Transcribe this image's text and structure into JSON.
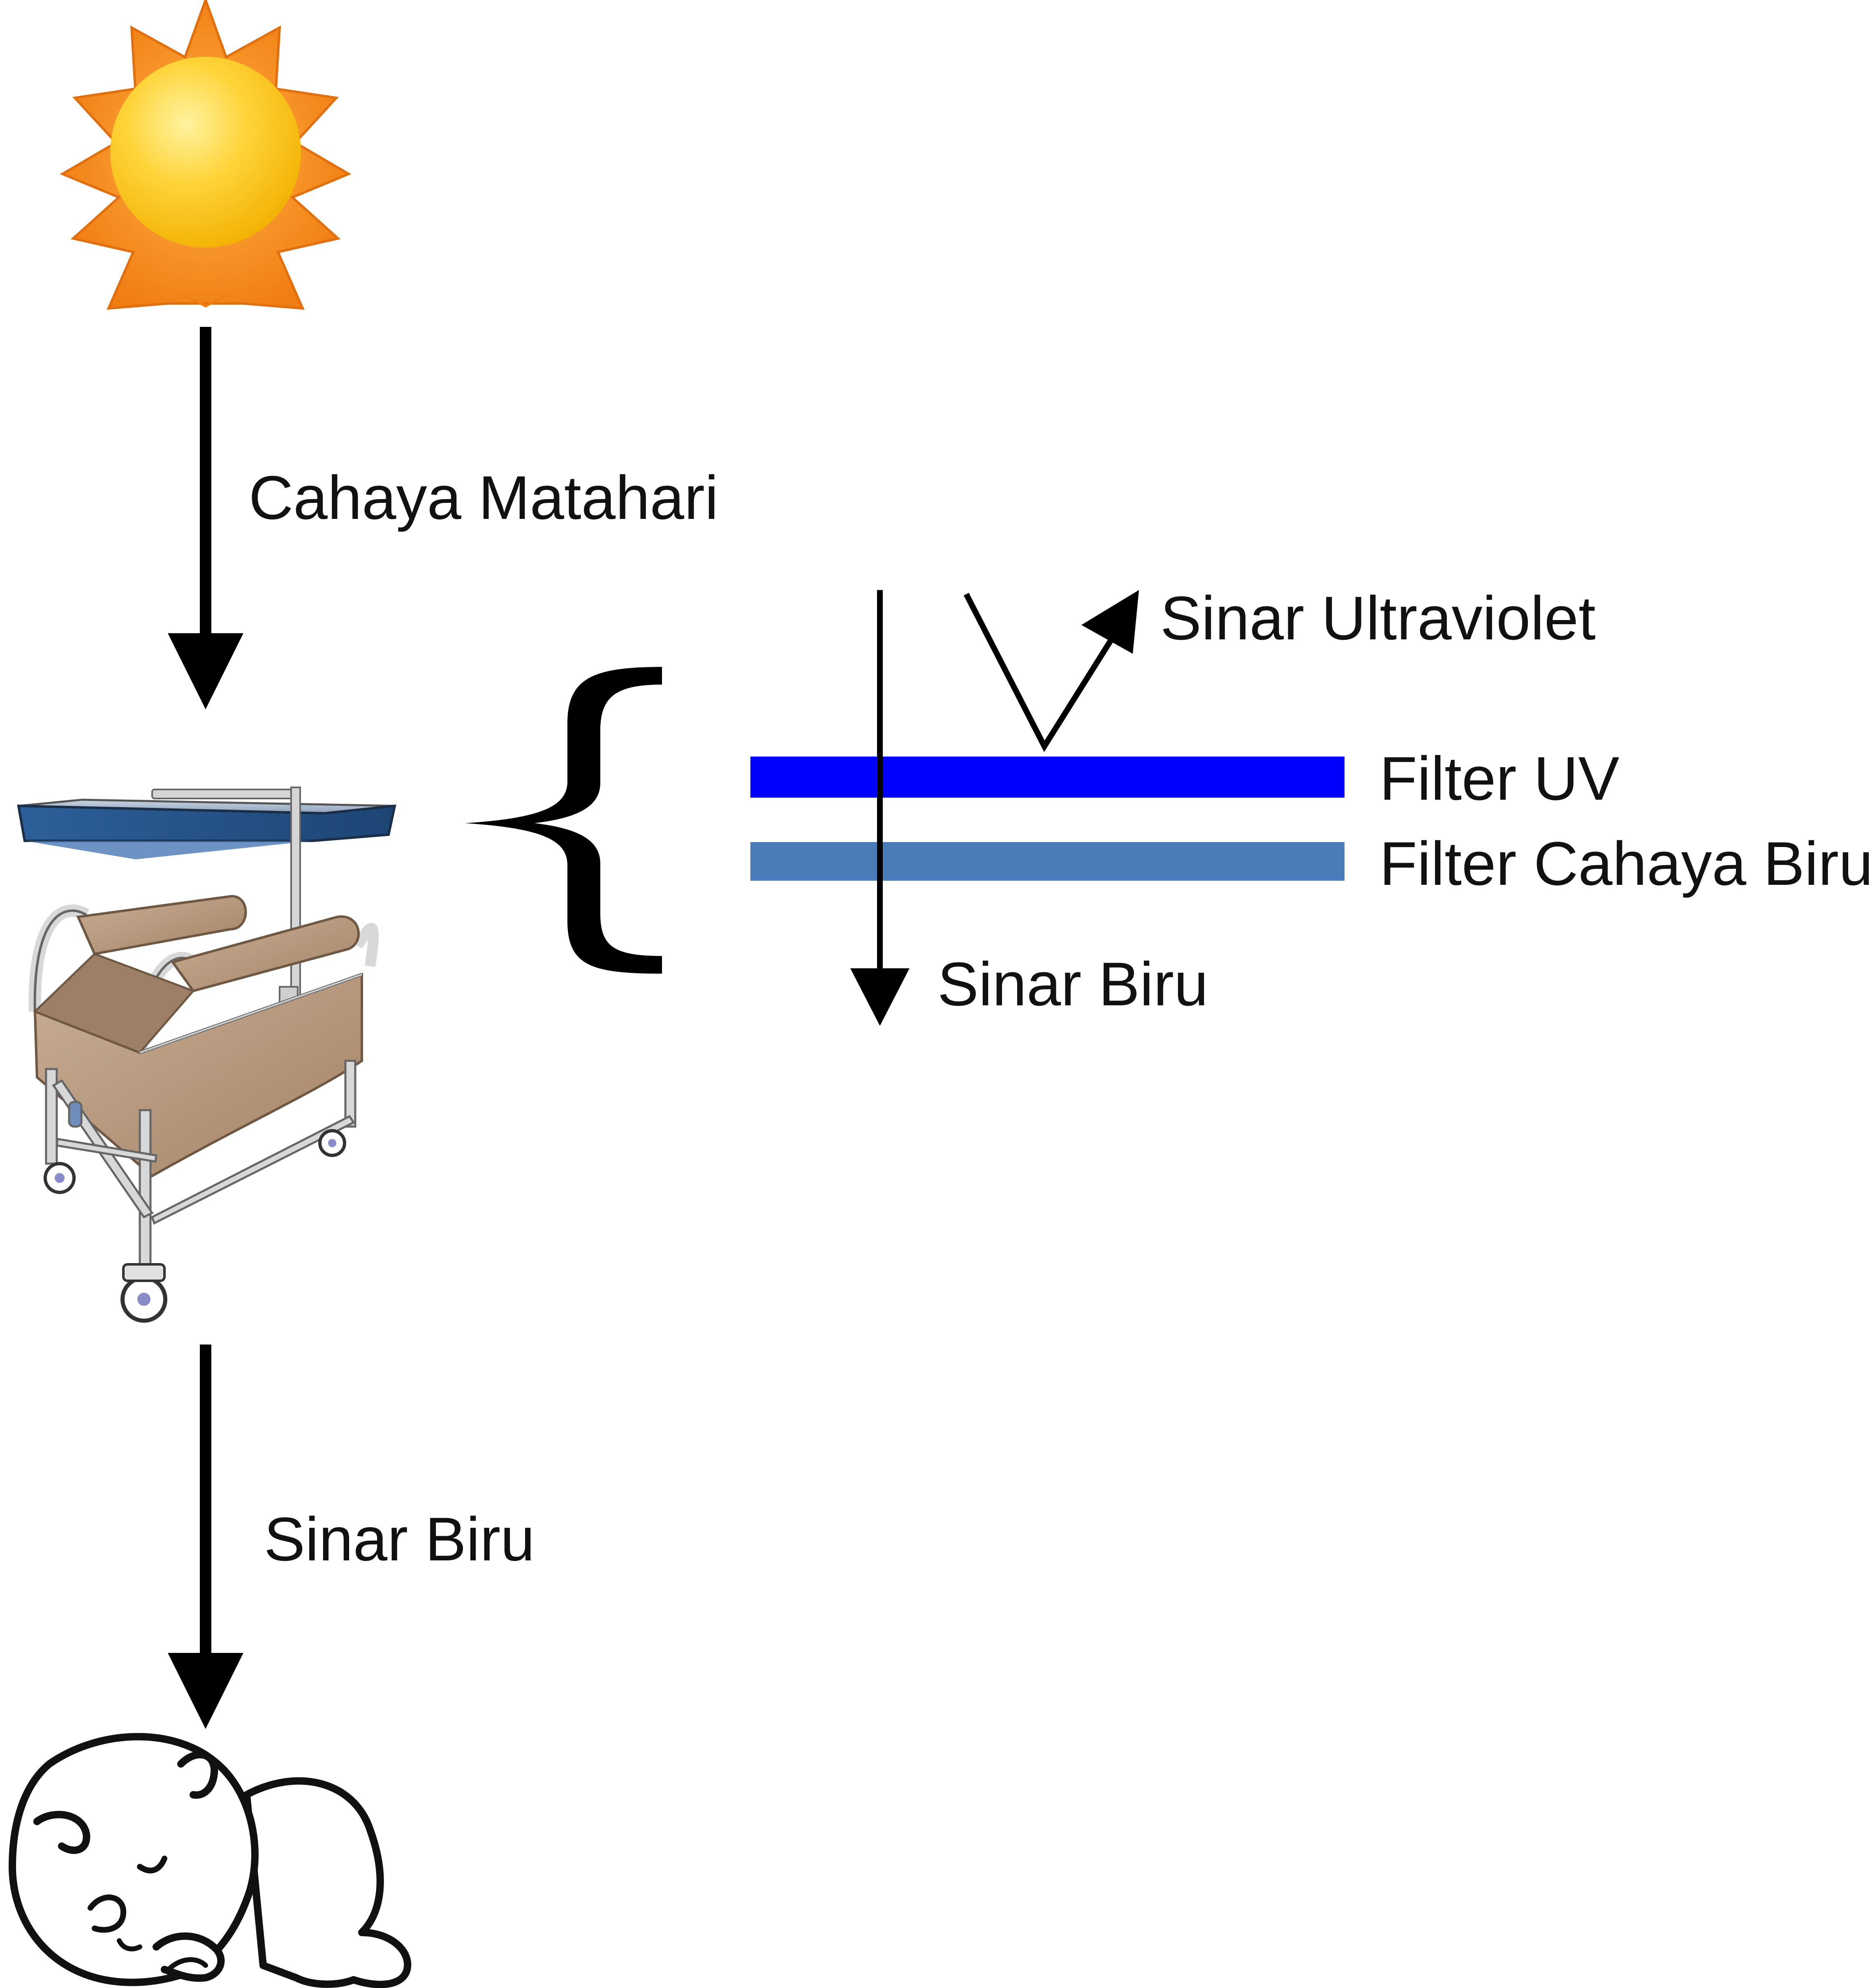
{
  "labels": {
    "sunlight": "Cahaya Matahari",
    "ultraviolet": "Sinar Ultraviolet",
    "uv_filter": "Filter UV",
    "blue_filter": "Filter Cahaya Biru",
    "blue_ray_inset": "Sinar Biru",
    "blue_ray_main": "Sinar Biru"
  },
  "colors": {
    "uv_filter": "#0000ff",
    "blue_filter": "#4a7db8",
    "sun_rays": "#f28a1a",
    "sun_core": "#ffc928",
    "canopy": "#2f5f96",
    "crib_fabric": "#b79a80",
    "crib_frame": "#d9d9d9",
    "wheel_hub": "#8a8ac8",
    "arrows": "#000000"
  },
  "icons": {
    "light_source": "sun-icon",
    "device": "phototherapy-crib-icon",
    "patient": "sleeping-baby-icon",
    "grouping": "curly-brace-icon"
  }
}
